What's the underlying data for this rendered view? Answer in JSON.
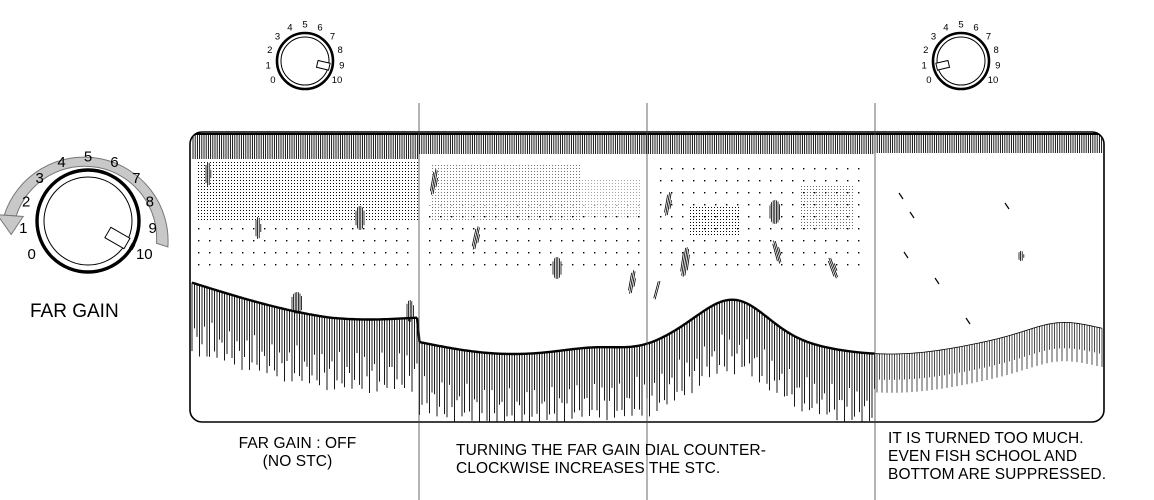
{
  "main_dial": {
    "label": "FAR GAIN",
    "numbers": [
      "0",
      "1",
      "2",
      "3",
      "4",
      "5",
      "6",
      "7",
      "8",
      "9",
      "10"
    ],
    "setting": 10
  },
  "small_dials": [
    {
      "numbers": [
        "0",
        "1",
        "2",
        "3",
        "4",
        "5",
        "6",
        "7",
        "8",
        "9",
        "10"
      ],
      "setting": 9.3
    },
    {
      "numbers": [
        "0",
        "1",
        "2",
        "3",
        "4",
        "5",
        "6",
        "7",
        "8",
        "9",
        "10"
      ],
      "setting": 0.7
    }
  ],
  "captions": [
    {
      "lines": [
        "FAR GAIN : OFF",
        "(NO STC)"
      ]
    },
    {
      "lines": [
        "TURNING THE FAR GAIN DIAL COUNTER-",
        "CLOCKWISE INCREASES THE STC."
      ]
    },
    {
      "lines": [
        "IT IS TURNED TOO MUCH.",
        "EVEN FISH SCHOOL AND",
        "BOTTOM ARE SUPPRESSED."
      ]
    }
  ],
  "colors": {
    "ink": "#000000",
    "arrow_fill": "#c8c8c8"
  }
}
